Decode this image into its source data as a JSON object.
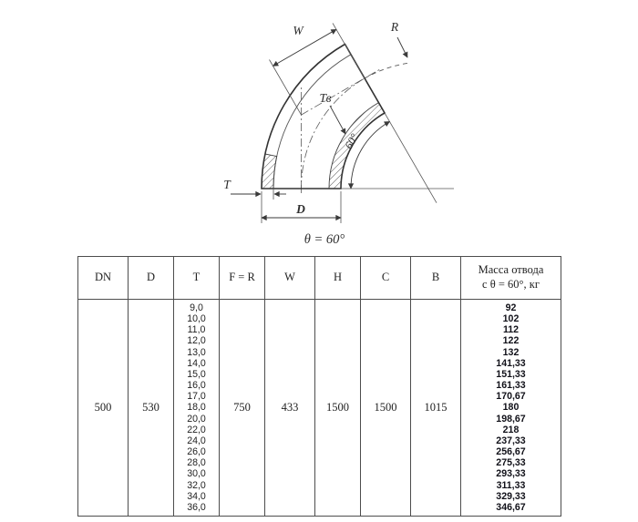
{
  "diagram": {
    "labels": {
      "w": "W",
      "r": "R",
      "tv": "Тв",
      "t": "T",
      "d": "D",
      "angle": "60°",
      "theta": "θ = 60°"
    }
  },
  "table": {
    "headers": [
      "DN",
      "D",
      "T",
      "F = R",
      "W",
      "H",
      "C",
      "B"
    ],
    "mass_header": {
      "line1": "Масса отвода",
      "line2": "с θ = 60°, кг"
    },
    "row": {
      "dn": "500",
      "d": "530",
      "f_r": "750",
      "w": "433",
      "h": "1500",
      "c": "1500",
      "b": "1015",
      "t_values": [
        "9,0",
        "10,0",
        "11,0",
        "12,0",
        "13,0",
        "14,0",
        "15,0",
        "16,0",
        "17,0",
        "18,0",
        "20,0",
        "22,0",
        "24,0",
        "26,0",
        "28,0",
        "30,0",
        "32,0",
        "34,0",
        "36,0"
      ],
      "mass_values": [
        "92",
        "102",
        "112",
        "122",
        "132",
        "141,33",
        "151,33",
        "161,33",
        "170,67",
        "180",
        "198,67",
        "218",
        "237,33",
        "256,67",
        "275,33",
        "293,33",
        "311,33",
        "329,33",
        "346,67"
      ]
    }
  }
}
